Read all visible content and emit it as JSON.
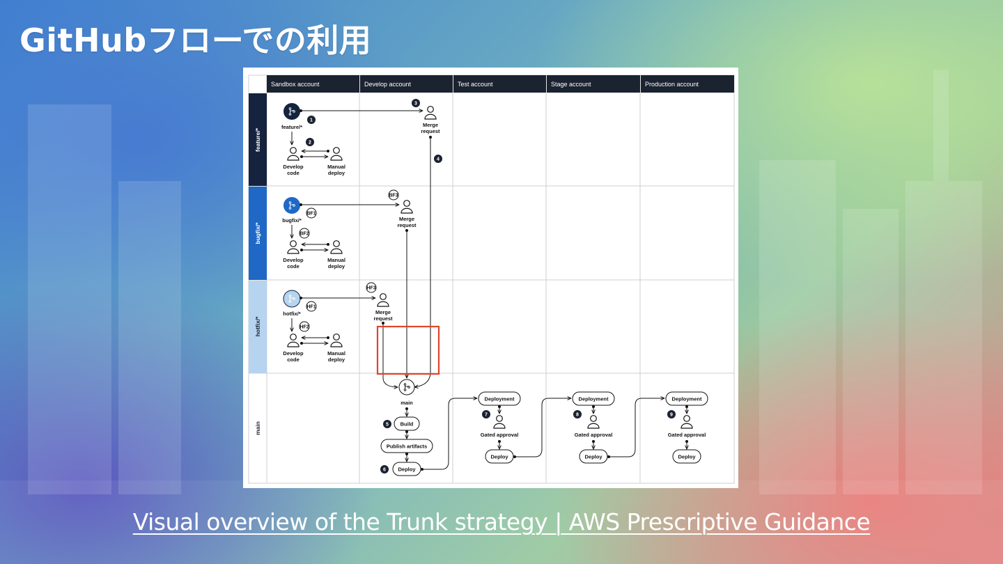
{
  "slide": {
    "title": "GitHubフローでの利用",
    "source_link": "Visual overview of the Trunk strategy | AWS Prescriptive Guidance"
  },
  "colors": {
    "header_bg": "#1b2230",
    "lane_feature": "#15233f",
    "lane_bugfix": "#1f68c6",
    "lane_hotfix": "#b6d4f0",
    "highlight": "#e0442c"
  },
  "diagram": {
    "columns": [
      "Sandbox account",
      "Develop account",
      "Test account",
      "Stage account",
      "Production account"
    ],
    "lanes": [
      "feature/*",
      "bugfix/*",
      "hotfix/*",
      "main"
    ],
    "feature": {
      "branch": "feature/*",
      "develop": [
        "Develop",
        "code"
      ],
      "manual": [
        "Manual",
        "deploy"
      ],
      "merge": [
        "Merge",
        "request"
      ],
      "steps": [
        "1",
        "2",
        "3",
        "4"
      ]
    },
    "bugfix": {
      "branch": "bugfix/*",
      "develop": [
        "Develop",
        "code"
      ],
      "manual": [
        "Manual",
        "deploy"
      ],
      "merge": [
        "Merge",
        "request"
      ],
      "steps": [
        "BF1",
        "BF2",
        "BF3"
      ]
    },
    "hotfix": {
      "branch": "hotfix/*",
      "develop": [
        "Develop",
        "code"
      ],
      "manual": [
        "Manual",
        "deploy"
      ],
      "merge": [
        "Merge",
        "request"
      ],
      "steps": [
        "HF1",
        "HF2",
        "HF3"
      ]
    },
    "main": {
      "branch": "main",
      "build": "Build",
      "publish": "Publish artifacts",
      "deploy": "Deploy",
      "deployment": "Deployment",
      "gated": "Gated approval",
      "steps": [
        "5",
        "6",
        "7",
        "8",
        "9"
      ]
    }
  }
}
